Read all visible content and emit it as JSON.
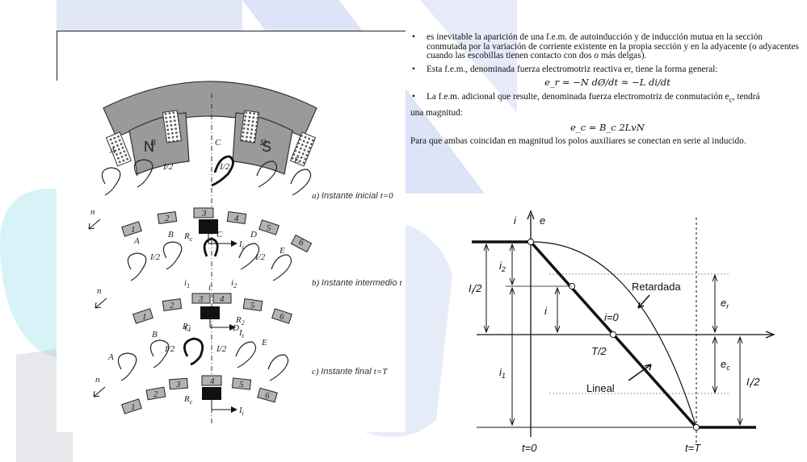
{
  "text": {
    "b1": "es inevitable la aparición de una f.e.m. de autoinducción y de inducción mutua en la sección conmutada por la variación de corriente existente en la propia sección y en la adyacente (o adyacentes cuando las escobillas tienen contacto con dos o más delgas).",
    "b2": "Esta f.e.m., denominada fuerza electromotriz reactiva er, tiene la forma general:",
    "f1": "e_r = −N dØ/dt ≈ −L di/dt",
    "b3a": "La f.e.m. adicional que resulte, denominada fuerza electromotriz de conmutación e",
    "b3sub": "c",
    "b3b": ", tendrá",
    "b3c": "una magnitud:",
    "f2": "e_c = B_c 2LvN",
    "p1": "Para que ambas coincidan en magnitud los polos auxiliares se conectan en serie al inducido."
  },
  "diagram": {
    "poles": [
      "N",
      "S"
    ],
    "stages": [
      {
        "caption_a": "a) ",
        "caption_b": "Instante inicial ",
        "caption_c": "t=0"
      },
      {
        "caption_a": "b) ",
        "caption_b": "Instante intermedio ",
        "caption_c": "t"
      },
      {
        "caption_a": "c) ",
        "caption_b": "Instante final ",
        "caption_c": "t=T"
      }
    ],
    "coil_letters_1": [
      "A",
      "B",
      "C",
      "D",
      "E"
    ],
    "coil_letters_2": [
      "A",
      "B",
      "C",
      "D",
      "E"
    ],
    "coil_letters_3": [
      "A",
      "B",
      "C",
      "D",
      "E"
    ],
    "segments_1": [
      "1",
      "2",
      "3",
      "4",
      "5",
      "6"
    ],
    "segments_2": [
      "1",
      "2",
      "3",
      "4",
      "5",
      "6"
    ],
    "segments_3": [
      "1",
      "2",
      "3",
      "4",
      "5",
      "6"
    ],
    "labels": {
      "half": "I/2",
      "n": "n",
      "Rc": "R",
      "Rc_sub": "c",
      "R1": "R",
      "R1_sub": "1",
      "R2": "R",
      "R2_sub": "2",
      "Ii": "I",
      "Ii_sub": "i",
      "i": "i",
      "i1": "i",
      "i1_sub": "1",
      "i2": "i",
      "i2_sub": "2"
    }
  },
  "graph": {
    "i": "i",
    "e": "e",
    "retardada": "Retardada",
    "lineal": "Lineal",
    "i_eq0": "i=0",
    "T2": "T/2",
    "Ii2_left": "I",
    "Ii2_sub": "i",
    "Ii2_tail": "/2",
    "i1": "i",
    "i1_sub": "1",
    "i2": "i",
    "i2_sub": "2",
    "i_small": "i",
    "er": "e",
    "er_sub": "r",
    "ec": "e",
    "ec_sub": "c",
    "Ii2_right": "I",
    "t0": "t=0",
    "tT": "t=T"
  },
  "colors": {
    "bg_blue": "#9fb2e8",
    "bg_cyan": "#a9e4ef",
    "bg_gray": "#bfc4cc",
    "pole_fill": "#9a9a9a",
    "segment_fill": "#b3b3b3"
  }
}
